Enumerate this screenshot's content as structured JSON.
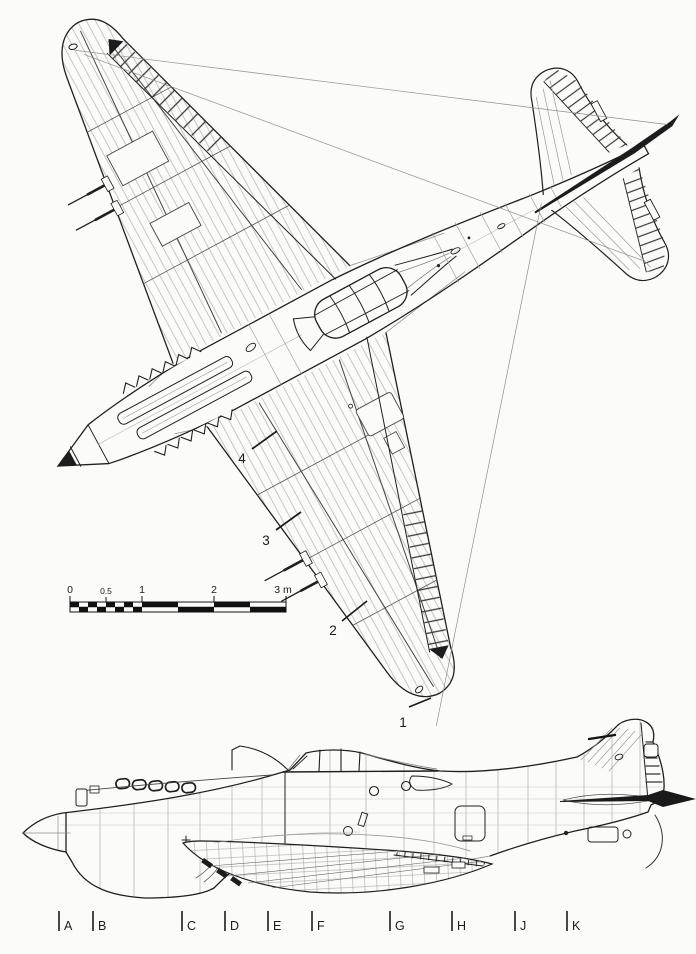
{
  "drawing": {
    "subject": "single-engine fighter aircraft technical drawing, plan view and side profile"
  },
  "scale_bar": {
    "labels": [
      "0",
      "0.5",
      "1",
      "2",
      "3 m"
    ]
  },
  "callouts": {
    "n1": "1",
    "n2": "2",
    "n3": "3",
    "n4": "4"
  },
  "stations": {
    "labels": [
      "A",
      "B",
      "C",
      "D",
      "E",
      "F",
      "G",
      "H",
      "J",
      "K"
    ]
  },
  "colors": {
    "ink": "#1f1f1f",
    "medium": "#555555",
    "light": "#8f8f8f",
    "paper": "#fbfbfa"
  }
}
